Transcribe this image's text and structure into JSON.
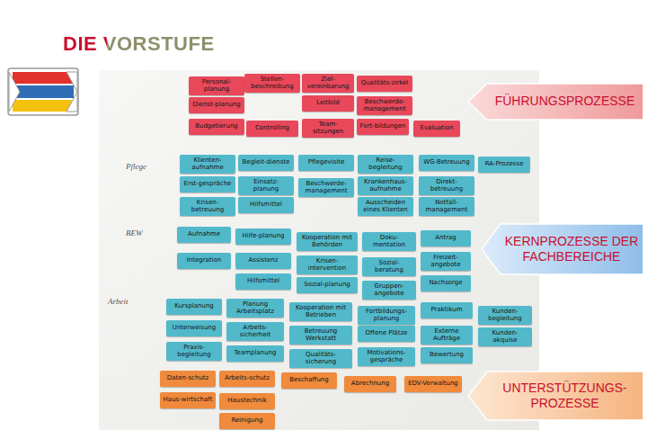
{
  "diagram": {
    "title": "DIE VORSTUFE",
    "nodes": [
      {
        "text": [
          "Personal-planung"
        ]
      },
      {
        "text": [
          "Stellen-beschreibung"
        ]
      },
      {
        "text": [
          "Ziel-vereinbarung"
        ]
      },
      {
        "text": [
          "Qualitäts-zirkel"
        ]
      },
      {
        "text": [
          "Dienst-planung"
        ]
      },
      {
        "text": [
          "Leitbild"
        ]
      },
      {
        "text": [
          "Beschwerde-management"
        ]
      },
      {
        "text": [
          "Budgetierung"
        ]
      },
      {
        "text": [
          "Controlling"
        ]
      },
      {
        "text": [
          "Team-sitzungen"
        ]
      },
      {
        "text": [
          "Fort-bildungen"
        ]
      },
      {
        "text": [
          "Evaluation"
        ]
      },
      {
        "text": [
          "FÜHRUNGSPROZESSE"
        ]
      },
      {
        "text": [
          "Klienten-aufnahme"
        ]
      },
      {
        "text": [
          "Begleit-dienste"
        ]
      },
      {
        "text": [
          "Pflegevisite"
        ]
      },
      {
        "text": [
          "Reise-begleitung"
        ]
      },
      {
        "text": [
          "WG-Betreuung"
        ]
      },
      {
        "text": [
          "RA-Prozesse"
        ]
      },
      {
        "text": [
          "Erst-gespräche"
        ]
      },
      {
        "text": [
          "Einsatz-planung"
        ]
      },
      {
        "text": [
          "Beschwerde-management"
        ]
      },
      {
        "text": [
          "Krankenhaus-aufnahme"
        ]
      },
      {
        "text": [
          "Direkt-betreuung"
        ]
      },
      {
        "text": [
          "Krisen-betreuung"
        ]
      },
      {
        "text": [
          "Hilfsmittel"
        ]
      },
      {
        "text": [
          "Ausscheiden eines Klienten"
        ]
      },
      {
        "text": [
          "Notfall-management"
        ]
      },
      {
        "text": [
          "Aufnahme"
        ]
      },
      {
        "text": [
          "Hilfe-planung"
        ]
      },
      {
        "text": [
          "Kooperation mit Behörden"
        ]
      },
      {
        "text": [
          "Doku-mentation"
        ]
      },
      {
        "text": [
          "Antrag"
        ]
      },
      {
        "text": [
          "KERNPROZESSE DER FACHBEREICHE"
        ]
      },
      {
        "text": [
          "Integration"
        ]
      },
      {
        "text": [
          "Assistenz"
        ]
      },
      {
        "text": [
          "Krisen-intervention"
        ]
      },
      {
        "text": [
          "Sozial-beratung"
        ]
      },
      {
        "text": [
          "Freizeit-angebote"
        ]
      },
      {
        "text": [
          "Hilfsmittel"
        ]
      },
      {
        "text": [
          "Sozial-planung"
        ]
      },
      {
        "text": [
          "Gruppen-angebote"
        ]
      },
      {
        "text": [
          "Nachsorge"
        ]
      },
      {
        "text": [
          "Kursplanung"
        ]
      },
      {
        "text": [
          "Planung Arbeitsplatz"
        ]
      },
      {
        "text": [
          "Kooperation mit Betrieben"
        ]
      },
      {
        "text": [
          "Fortbildungs-planung"
        ]
      },
      {
        "text": [
          "Praktikum"
        ]
      },
      {
        "text": [
          "Kunden-begleitung"
        ]
      },
      {
        "text": [
          "Unterweisung"
        ]
      },
      {
        "text": [
          "Arbeits-sicherheit"
        ]
      },
      {
        "text": [
          "Betreuung Werkstatt"
        ]
      },
      {
        "text": [
          "Offene Plätze"
        ]
      },
      {
        "text": [
          "Externe Aufträge"
        ]
      },
      {
        "text": [
          "Kunden-akquise"
        ]
      },
      {
        "text": [
          "Praxis-begleitung"
        ]
      },
      {
        "text": [
          "Teamplanung"
        ]
      },
      {
        "text": [
          "Qualitäts-sicherung"
        ]
      },
      {
        "text": [
          "Motivations-gespräche"
        ]
      },
      {
        "text": [
          "Bewertung"
        ]
      },
      {
        "text": [
          "Daten-schutz"
        ]
      },
      {
        "text": [
          "Arbeits-schutz"
        ]
      },
      {
        "text": [
          "Beschaffung"
        ]
      },
      {
        "text": [
          "Abrechnung"
        ]
      },
      {
        "text": [
          "EDV-Verwaltung"
        ]
      },
      {
        "text": [
          "Haus-wirtschaft"
        ]
      },
      {
        "text": [
          "Haustechnik"
        ]
      },
      {
        "text": [
          "Reinigung"
        ]
      },
      {
        "text": [
          "UNTERSTÜTZUNGS-PROZESSE"
        ]
      }
    ],
    "labels": [
      "Pflege",
      "BEW",
      "Arbeit"
    ]
  }
}
